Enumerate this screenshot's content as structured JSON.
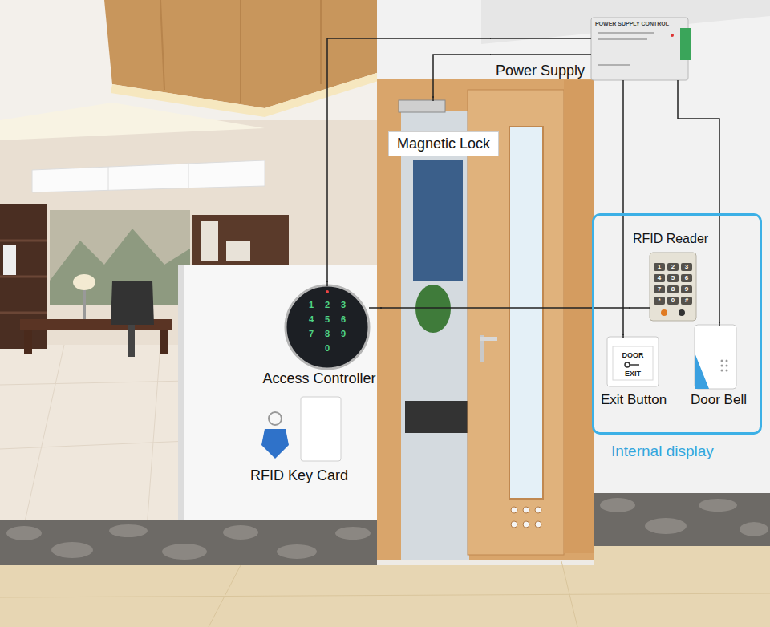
{
  "diagram": {
    "nodes": [
      {
        "text": [
          "Power Supply"
        ]
      },
      {
        "text": [
          "Magnetic Lock"
        ]
      },
      {
        "text": [
          "Internal display"
        ]
      },
      {
        "text": [
          "RFID Reader"
        ],
        "in": 2
      },
      {
        "text": [
          "Access Controller"
        ]
      },
      {
        "text": [
          "RFID Key Card"
        ]
      },
      {
        "text": [
          "Exit Button"
        ],
        "in": 2
      },
      {
        "text": [
          "Door Bell"
        ],
        "in": 2
      }
    ],
    "edges": [
      {
        "from": 1,
        "to": 0,
        "arrow": "none"
      },
      {
        "from": 4,
        "to": 0,
        "arrow": "none"
      },
      {
        "from": 4,
        "to": 3,
        "arrow": "none"
      },
      {
        "from": 6,
        "to": 0,
        "arrow": "none"
      },
      {
        "from": 7,
        "to": 0,
        "arrow": "none"
      }
    ],
    "labels": [
      "POWER SUPPLY CONTROL",
      "DOOR",
      "EXIT",
      "1",
      "2",
      "3",
      "4",
      "5",
      "6",
      "7",
      "8",
      "9",
      "0",
      "1",
      "2",
      "3",
      "4",
      "5",
      "6",
      "7",
      "8",
      "9",
      "*",
      "0",
      "#"
    ]
  }
}
